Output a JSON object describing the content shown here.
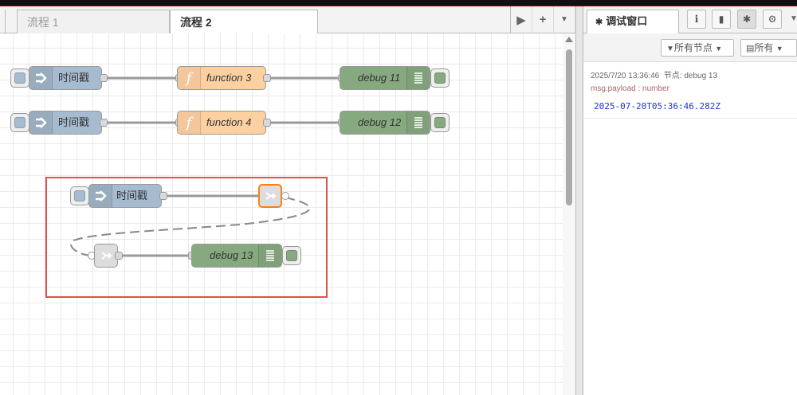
{
  "tabs": [
    {
      "label": "流程 1",
      "active": false
    },
    {
      "label": "流程 2",
      "active": true
    }
  ],
  "tab_buttons": [
    "play-icon",
    "plus-icon",
    "caret-down-icon"
  ],
  "flows": {
    "row1": {
      "inject": "时间戳",
      "function": "function 3",
      "debug": "debug 11"
    },
    "row2": {
      "inject": "时间戳",
      "function": "function 4",
      "debug": "debug 12"
    },
    "group": {
      "inject": "时间戳",
      "debug": "debug 13"
    }
  },
  "sidebar": {
    "tab_label": "调试窗口",
    "tab_icon": "bug-icon",
    "icon_buttons": [
      "info-icon",
      "book-icon",
      "bug-icon",
      "gear-icon"
    ],
    "filter_nodes_label": "所有节点",
    "filter_clear_label": "所有",
    "messages": [
      {
        "timestamp": "2025/7/20 13:36:46",
        "node_label": "节点: debug 13",
        "topic": "msg.payload : number",
        "value": "2025-07-20T05:36:46.282Z"
      }
    ]
  },
  "colors": {
    "inject": "#a6bbcf",
    "function": "#fdd0a2",
    "debug": "#87a980",
    "selection": "#d9534f",
    "selected_node": "#ff7f0e",
    "payload": "#2033d6"
  }
}
